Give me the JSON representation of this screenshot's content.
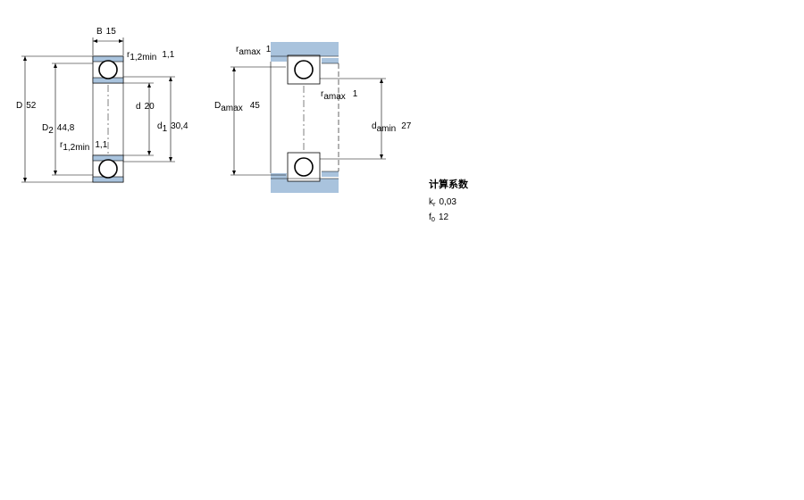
{
  "bearing": {
    "B_sym": "B",
    "B_val": "15",
    "D_sym": "D",
    "D_val": "52",
    "D2_sym": "D",
    "D2_sub": "2",
    "D2_val": "44,8",
    "r12_sym": "r",
    "r12_sub": "1,2min",
    "r12_val": "1,1",
    "d_sym": "d",
    "d_val": "20",
    "d1_sym": "d",
    "d1_sub": "1",
    "d1_val": "30,4"
  },
  "abutment": {
    "ra_sym": "r",
    "ra_sub": "amax",
    "ra_val": "1",
    "Da_sym": "D",
    "Da_sub": "amax",
    "Da_val": "45",
    "da_sym": "d",
    "da_sub": "amin",
    "da_val": "27"
  },
  "coefficients": {
    "title": "计算系数",
    "kr_sym": "k",
    "kr_sub": "r",
    "kr_val": "0,03",
    "f0_sym": "f",
    "f0_sub": "0",
    "f0_val": "12"
  },
  "colors": {
    "shaft": "#a9c3dd",
    "line": "#000000",
    "background": "#ffffff"
  }
}
